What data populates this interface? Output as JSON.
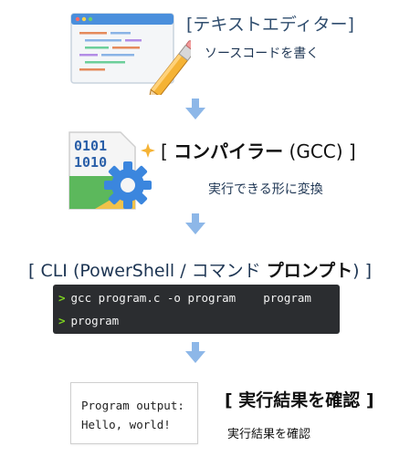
{
  "step1": {
    "title": "[テキストエディター]",
    "subtitle": "ソースコードを書く",
    "icon": "text-editor-with-pencil-icon"
  },
  "step2": {
    "title_open": "[ ",
    "title_main": "コンパイラー",
    "title_paren": " (GCC) ]",
    "subtitle": "実行できる形に変換",
    "icon": "compiler-gear-binary-icon",
    "binary_line1": "0101",
    "binary_line2": "1010"
  },
  "step3": {
    "title_prefix": "[ CLI (PowerShell / コマンド ",
    "title_bold": "プロンプト",
    "title_suffix": ") ]",
    "terminal": {
      "line1_prompt": ">",
      "line1_command": "gcc program.c -o program    program",
      "line2_prompt": ">",
      "line2_command": "program"
    }
  },
  "step4": {
    "title": "[ 実行結果を確認 ]",
    "subtitle": "実行結果を確認",
    "output_line1": "Program output:",
    "output_line2": "Hello, world!"
  },
  "colors": {
    "arrow": "#8db7e8",
    "terminal_bg": "#2b2d30",
    "prompt": "#7ed321",
    "gear": "#3b86de",
    "pencil": "#f5b335"
  }
}
